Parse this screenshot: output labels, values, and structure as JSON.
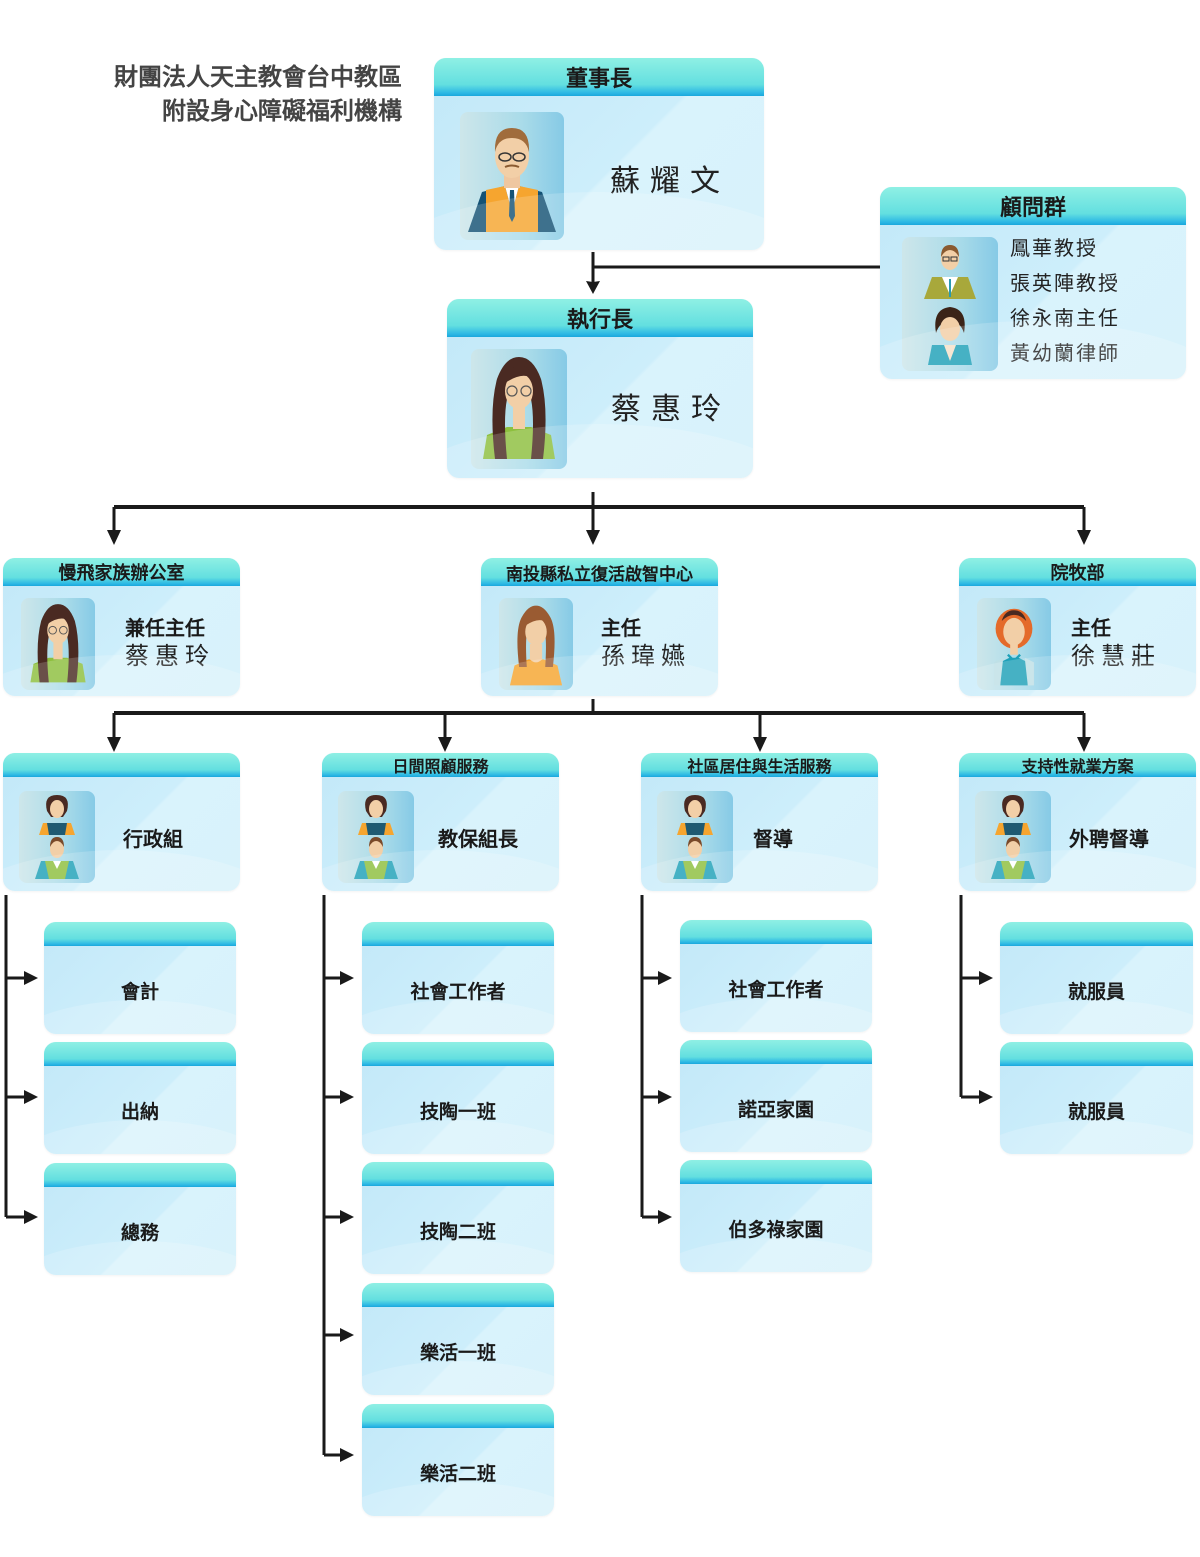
{
  "org_title": {
    "line1": "財團法人天主教會台中教區",
    "line2": "附設身心障礙福利機構"
  },
  "chairman": {
    "title": "董事長",
    "name": "蘇耀文",
    "avatar": "man-glasses-orange-vest-icon"
  },
  "advisors": {
    "title": "顧問群",
    "members": [
      "鳳華教授",
      "張英陣教授",
      "徐永南主任",
      "黃幼蘭律師"
    ],
    "avatar": "advisor-pair-icon"
  },
  "ceo": {
    "title": "執行長",
    "name": "蔡惠玲",
    "avatar": "woman-long-hair-glasses-icon"
  },
  "divisions": [
    {
      "title": "慢飛家族辦公室",
      "role": "兼任主任",
      "name": "蔡惠玲",
      "avatar": "woman-long-hair-glasses-icon"
    },
    {
      "title": "南投縣私立復活啟智中心",
      "role": "主任",
      "name": "孫瑋嬿",
      "avatar": "woman-orange-top-icon"
    },
    {
      "title": "院牧部",
      "role": "主任",
      "name": "徐慧莊",
      "avatar": "woman-red-hair-icon"
    }
  ],
  "departments": [
    {
      "title": "",
      "role": "行政組",
      "children": [
        "會計",
        "出納",
        "總務"
      ]
    },
    {
      "title": "日間照顧服務",
      "role": "教保組長",
      "children": [
        "社會工作者",
        "技陶一班",
        "技陶二班",
        "樂活一班",
        "樂活二班"
      ]
    },
    {
      "title": "社區居住與生活服務",
      "role": "督導",
      "children": [
        "社會工作者",
        "諾亞家園",
        "伯多祿家園"
      ]
    },
    {
      "title": "支持性就業方案",
      "role": "外聘督導",
      "children": [
        "就服員",
        "就服員"
      ]
    }
  ],
  "colors": {
    "header_top": "#8ff0e4",
    "header_bottom": "#1aa7dc",
    "card_body": "#cdeefb",
    "line": "#1a1a1a"
  }
}
